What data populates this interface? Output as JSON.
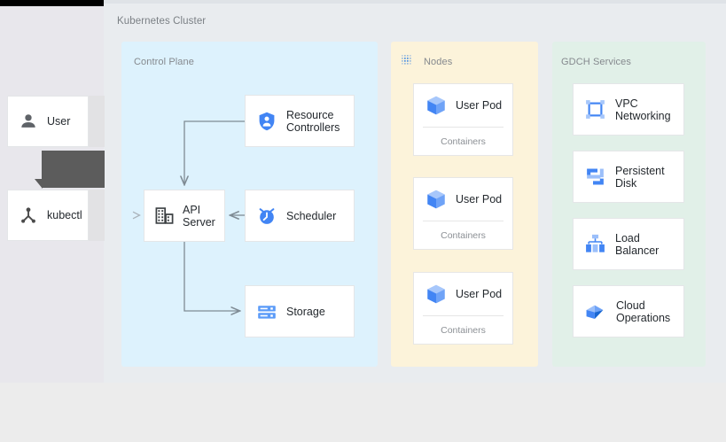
{
  "diagram": {
    "title": "Kubernetes Cluster",
    "colors": {
      "control_plane_bg": "#ddf2fd",
      "nodes_bg": "#fcf3da",
      "gdch_bg": "#e1f0e8",
      "canvas_bg": "#e9ecef",
      "accent_blue": "#4285f4",
      "connector_gray": "#7f8b94",
      "text_dark": "#24292e",
      "text_muted": "#85898e"
    },
    "groups": [
      {
        "id": "control-plane",
        "label": "Control Plane",
        "icon": null
      },
      {
        "id": "nodes",
        "label": "Nodes",
        "icon": "nodes-grid-icon"
      },
      {
        "id": "gdch",
        "label": "GDCH Services",
        "icon": null
      }
    ],
    "actors": [
      {
        "id": "user",
        "label": "User",
        "icon": "person-icon"
      },
      {
        "id": "kubectl",
        "label": "kubectl",
        "icon": "kubectl-icon"
      }
    ],
    "control_plane_nodes": [
      {
        "id": "resource-controllers",
        "label": "Resource\nControllers",
        "icon": "shield-person-icon"
      },
      {
        "id": "api-server",
        "label": "API\nServer",
        "icon": "api-server-icon"
      },
      {
        "id": "scheduler",
        "label": "Scheduler",
        "icon": "clock-icon"
      },
      {
        "id": "storage",
        "label": "Storage",
        "icon": "storage-icon"
      }
    ],
    "pods": [
      {
        "id": "pod-1",
        "label": "User Pod",
        "sublabel": "Containers",
        "icon": "cube-icon"
      },
      {
        "id": "pod-2",
        "label": "User Pod",
        "sublabel": "Containers",
        "icon": "cube-icon"
      },
      {
        "id": "pod-3",
        "label": "User Pod",
        "sublabel": "Containers",
        "icon": "cube-icon"
      }
    ],
    "gdch_services": [
      {
        "id": "vpc-networking",
        "label": "VPC\nNetworking",
        "icon": "vpc-network-icon"
      },
      {
        "id": "persistent-disk",
        "label": "Persistent\nDisk",
        "icon": "persistent-disk-icon"
      },
      {
        "id": "load-balancer",
        "label": "Load\nBalancer",
        "icon": "load-balancer-icon"
      },
      {
        "id": "cloud-operations",
        "label": "Cloud\nOperations",
        "icon": "cloud-operations-icon"
      }
    ],
    "connectors": [
      {
        "id": "kubectl-to-api",
        "from": "kubectl",
        "to": "api-server",
        "direction": "forward"
      },
      {
        "id": "resource-to-api",
        "from": "resource-controllers",
        "to": "api-server",
        "direction": "forward"
      },
      {
        "id": "scheduler-to-api",
        "from": "scheduler",
        "to": "api-server",
        "direction": "forward"
      },
      {
        "id": "api-to-storage",
        "from": "api-server",
        "to": "storage",
        "direction": "forward"
      }
    ]
  }
}
